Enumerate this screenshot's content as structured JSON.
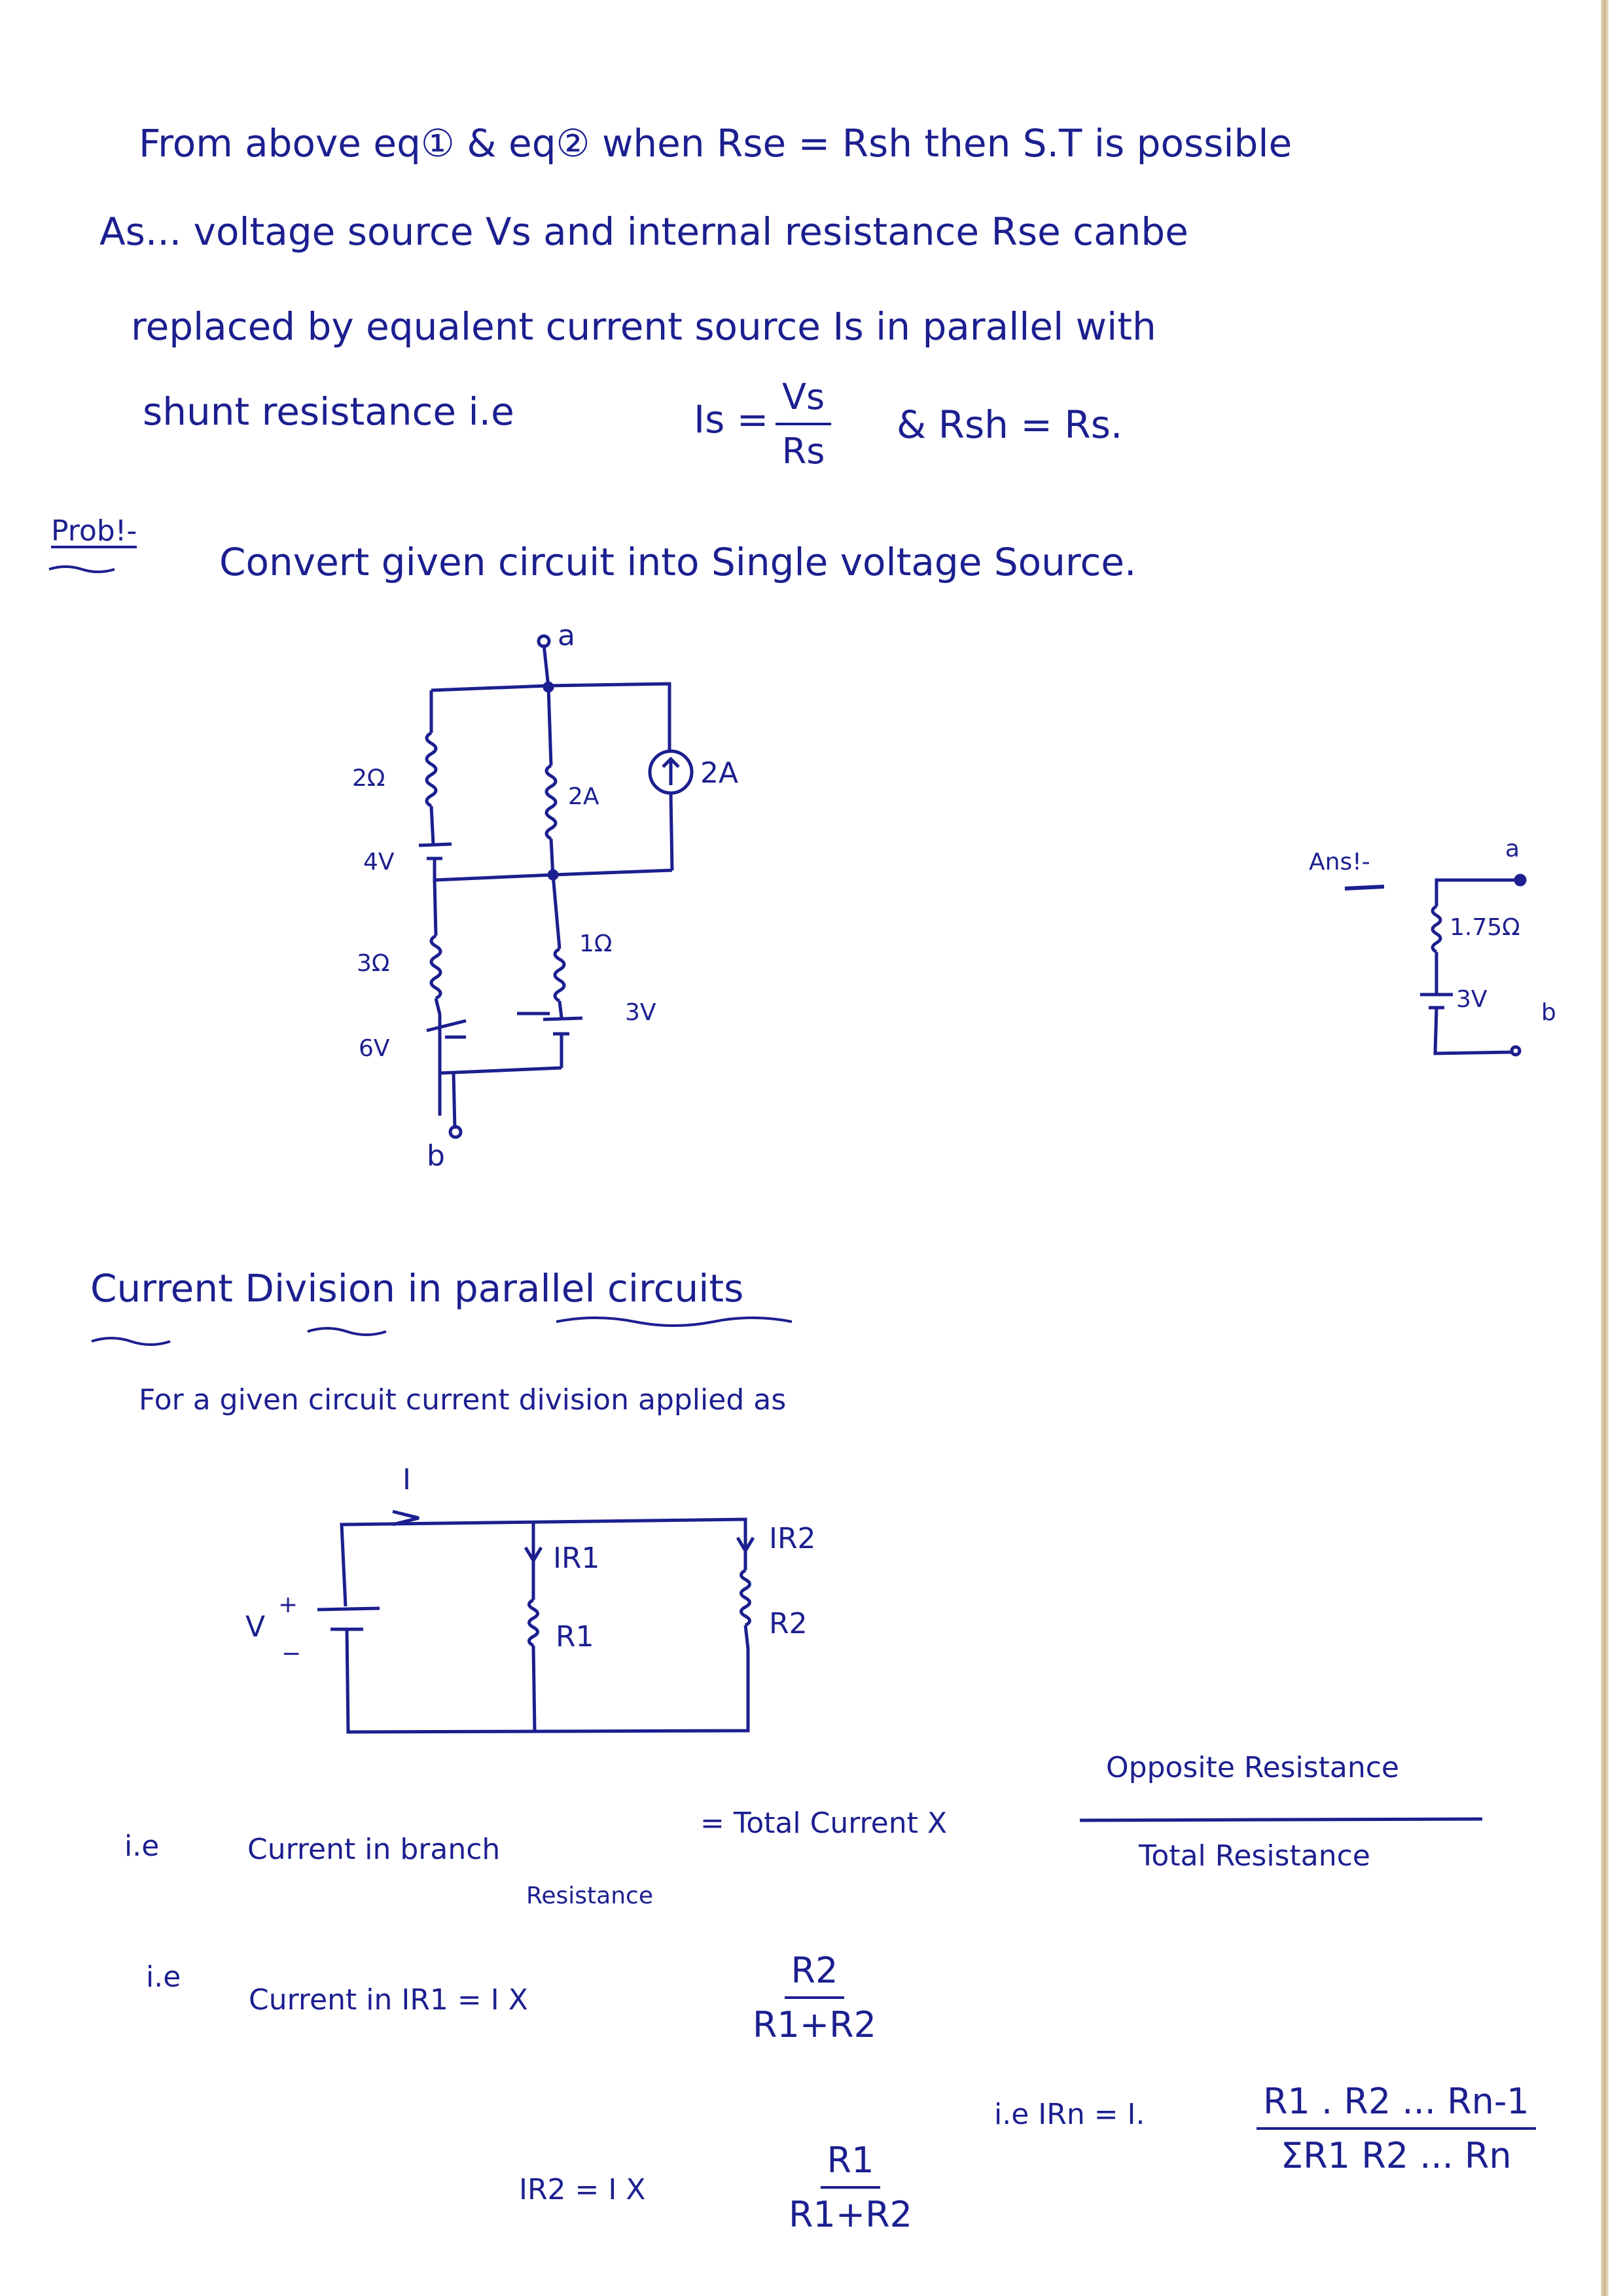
{
  "intro": {
    "line1": "From above eq① & eq② when Rse = Rsh then S.T is possible",
    "line2": "As... voltage source Vs and internal resistance Rse canbe",
    "line3": "replaced by equalent current source Is in parallel with",
    "line4_text": "shunt resistance i.e",
    "line4_is": "Is =",
    "line4_num": "Vs",
    "line4_den": "Rs",
    "line4_rest": "& Rsh = Rs."
  },
  "problem": {
    "label": "Prob!-",
    "statement": "Convert given circuit into Single voltage Source.",
    "circuit": {
      "node_a": "a",
      "node_b": "b",
      "r_top_left": "2Ω",
      "r_top_mid": "2A",
      "current_source": "2A",
      "v_top_left": "4V",
      "r_bot_left": "3Ω",
      "r_bot_right": "1Ω",
      "v_bot_left": "6V",
      "v_bot_right": "3V"
    },
    "answer": {
      "label": "Ans!-",
      "node_a": "a",
      "node_b": "b",
      "resistance": "1.75Ω",
      "voltage": "3V"
    }
  },
  "current_division": {
    "heading": "Current Division in parallel circuits",
    "intro": "For a given circuit current division applied as",
    "circuit": {
      "current": "I",
      "source": "V",
      "plus": "+",
      "minus": "−",
      "ir1": "IR1",
      "ir2": "IR2",
      "r1": "R1",
      "r2": "R2"
    },
    "rule": {
      "ie": "i.e",
      "lhs": "Current in branch",
      "lhs_sub": "Resistance",
      "equals": "= Total Current X",
      "num": "Opposite Resistance",
      "den": "Total Resistance"
    },
    "eq1": {
      "ie": "i.e",
      "lhs": "Current in IR1 = I X",
      "num": "R2",
      "den": "R1+R2"
    },
    "eq2": {
      "lhs": "IR2 = I X",
      "num": "R1",
      "den": "R1+R2"
    },
    "general": {
      "lhs": "i.e IRn = I.",
      "num": "R1 . R2 ... Rn-1",
      "den": "ΣR1 R2 ... Rn"
    }
  }
}
